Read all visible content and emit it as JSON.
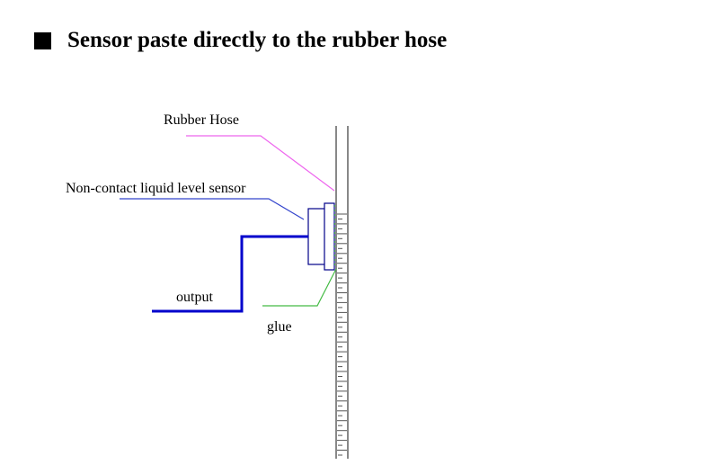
{
  "header": {
    "title": "Sensor paste directly to the rubber hose"
  },
  "diagram": {
    "labels": {
      "rubber_hose": "Rubber Hose",
      "sensor": "Non-contact liquid level sensor",
      "output": "output",
      "glue": "glue"
    },
    "colors": {
      "rubber_hose_leader": "#ee66ee",
      "sensor_leader": "#3344cc",
      "output_wire": "#0000cc",
      "glue_leader": "#44bb44",
      "hose_outline": "#555555",
      "sensor_outline": "#000088"
    },
    "hose_scale_marks": 50
  }
}
